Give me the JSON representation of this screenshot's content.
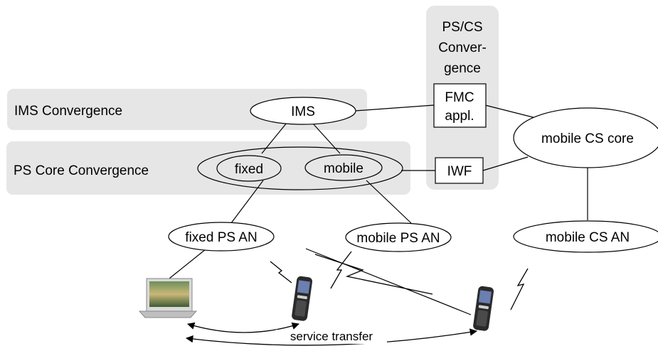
{
  "regions": {
    "ims_convergence": "IMS Convergence",
    "ps_core_convergence": "PS Core Convergence",
    "ps_cs_convergence": [
      "PS/CS",
      "Conver-",
      "gence"
    ]
  },
  "nodes": {
    "ims": "IMS",
    "fixed": "fixed",
    "mobile": "mobile",
    "fmc_appl": [
      "FMC",
      "appl."
    ],
    "iwf": "IWF",
    "mobile_cs_core": "mobile CS core",
    "fixed_ps_an": "fixed PS AN",
    "mobile_ps_an": "mobile PS AN",
    "mobile_cs_an": "mobile CS AN"
  },
  "labels": {
    "service_transfer": "service transfer"
  },
  "colors": {
    "region_fill": "#e6e6e6",
    "line": "#000000"
  },
  "icons": [
    "monitor-icon",
    "mobile-phone-icon",
    "lightning-icon"
  ]
}
